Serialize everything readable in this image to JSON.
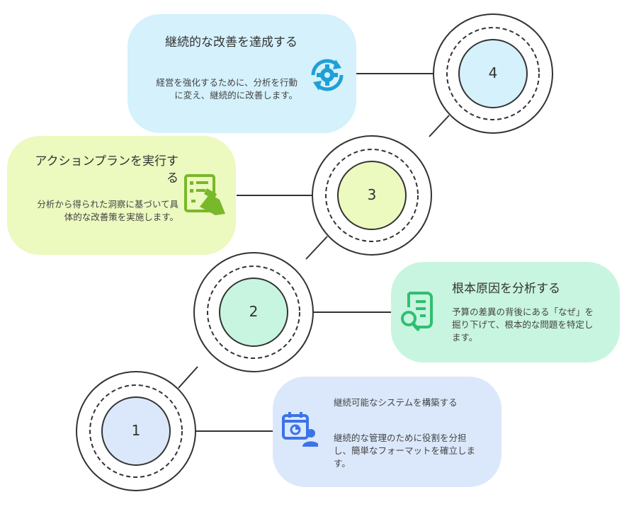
{
  "steps": [
    {
      "number": "1",
      "title": "継続可能なシステムを構築する",
      "description": "継続的な管理のために役割を分担し、簡単なフォーマットを確立します。",
      "icon": "calendar-user-icon",
      "color": "#dbe8fb",
      "accent": "#3b73e8"
    },
    {
      "number": "2",
      "title": "根本原因を分析する",
      "description": "予算の差異の背後にある「なぜ」を掘り下げて、根本的な問題を特定します。",
      "icon": "document-search-icon",
      "color": "#c8f5df",
      "accent": "#2fbf71"
    },
    {
      "number": "3",
      "title": "アクションプランを実行する",
      "description": "分析から得られた洞察に基づいて具体的な改善策を実施します。",
      "icon": "checklist-hand-icon",
      "color": "#ecf9bf",
      "accent": "#79b82a"
    },
    {
      "number": "4",
      "title": "継続的な改善を達成する",
      "description": "経営を強化するために、分析を行動に変え、継続的に改善します。",
      "icon": "gear-cycle-icon",
      "color": "#d4f1fc",
      "accent": "#1fa0d6"
    }
  ]
}
